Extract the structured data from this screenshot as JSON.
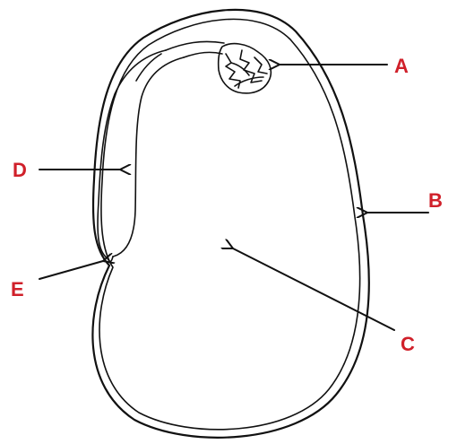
{
  "labels": {
    "a": "A",
    "b": "B",
    "c": "C",
    "d": "D",
    "e": "E"
  },
  "colors": {
    "label": "#d0202a",
    "line": "#111111",
    "background": "#ffffff"
  }
}
